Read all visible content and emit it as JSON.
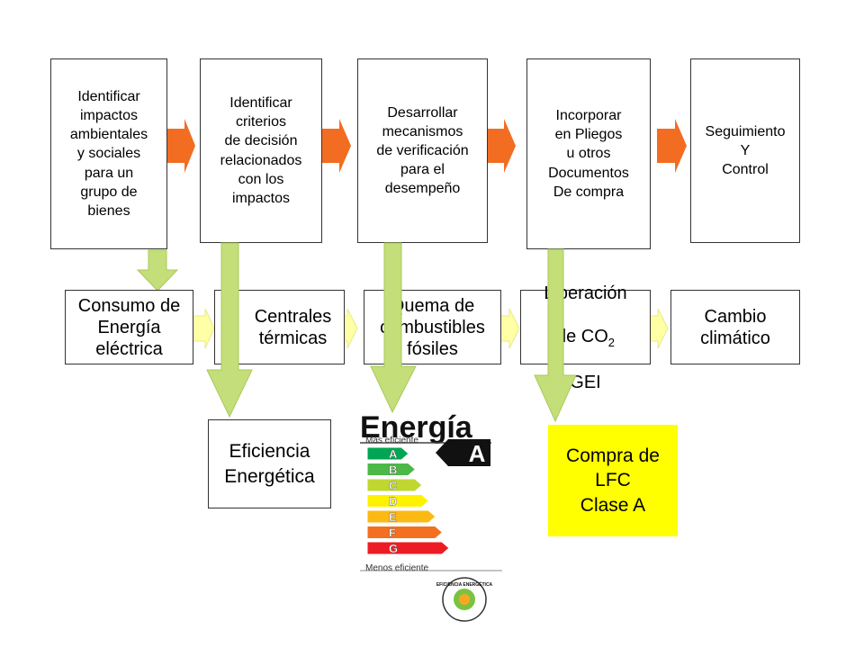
{
  "top_steps": [
    {
      "text": "Identificar\nimpactos\nambientales\ny sociales\npara un\ngrupo de\nbienes"
    },
    {
      "text": "Identificar\ncriterios\nde decisión\nrelacionados\ncon los\nimpactos"
    },
    {
      "text": "Desarrollar\nmecanismos\nde verificación\npara el\ndesempeño"
    },
    {
      "text": "Incorporar\nen Pliegos\nu otros\nDocumentos\nDe compra"
    },
    {
      "text": "Seguimiento\nY\nControl"
    }
  ],
  "impact_chain": [
    {
      "text": "Consumo de\nEnergía\neléctrica"
    },
    {
      "text": "Centrales\ntérmicas"
    },
    {
      "text": "Quema de\ncombustibles\nfósiles"
    },
    {
      "line1": "Liberación",
      "line2_prefix": "de CO",
      "line2_sub": "2",
      "line3": "GEI"
    },
    {
      "text": "Cambio\nclimático"
    }
  ],
  "outcomes": {
    "efficiency": "Eficiencia\nEnergética",
    "purchase": "Compra de\nLFC\nClase A"
  },
  "energy_label": {
    "title": "Energía",
    "top_caption": "Más eficiente",
    "bottom_caption": "Menos eficiente",
    "classes": [
      "A",
      "B",
      "C",
      "D",
      "E",
      "F",
      "G"
    ],
    "class_colors": [
      "#00a651",
      "#4cb848",
      "#bfd730",
      "#fff200",
      "#fdb913",
      "#f37021",
      "#ed1c24"
    ],
    "rating": "A",
    "seal_text": "EFICIENCIA ENERGÉTICA"
  },
  "colors": {
    "orange_arrow": "#f26d21",
    "green_arrow": "#c4de7a",
    "yellow_arrow": "#ffffa6",
    "purchase_box": "#ffff00"
  }
}
